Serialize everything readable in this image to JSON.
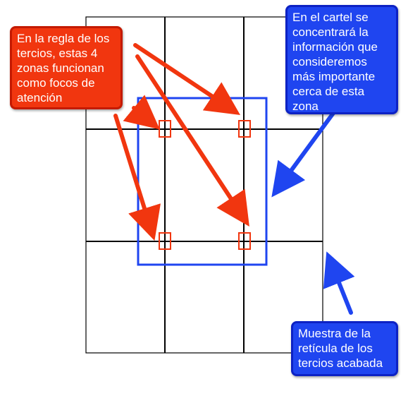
{
  "colors": {
    "red": "#f1360f",
    "blue": "#1f45f0",
    "grid": "#000000"
  },
  "callouts": {
    "rule_of_thirds_note": "En la regla de los tercios, estas 4 zonas funcionan como focos de atención",
    "important_info_note": "En el cartel se concentrará la información que consideremos más importante cerca de esta zona",
    "finished_grid_note": "Muestra de la retícula de los tercios acabada"
  }
}
